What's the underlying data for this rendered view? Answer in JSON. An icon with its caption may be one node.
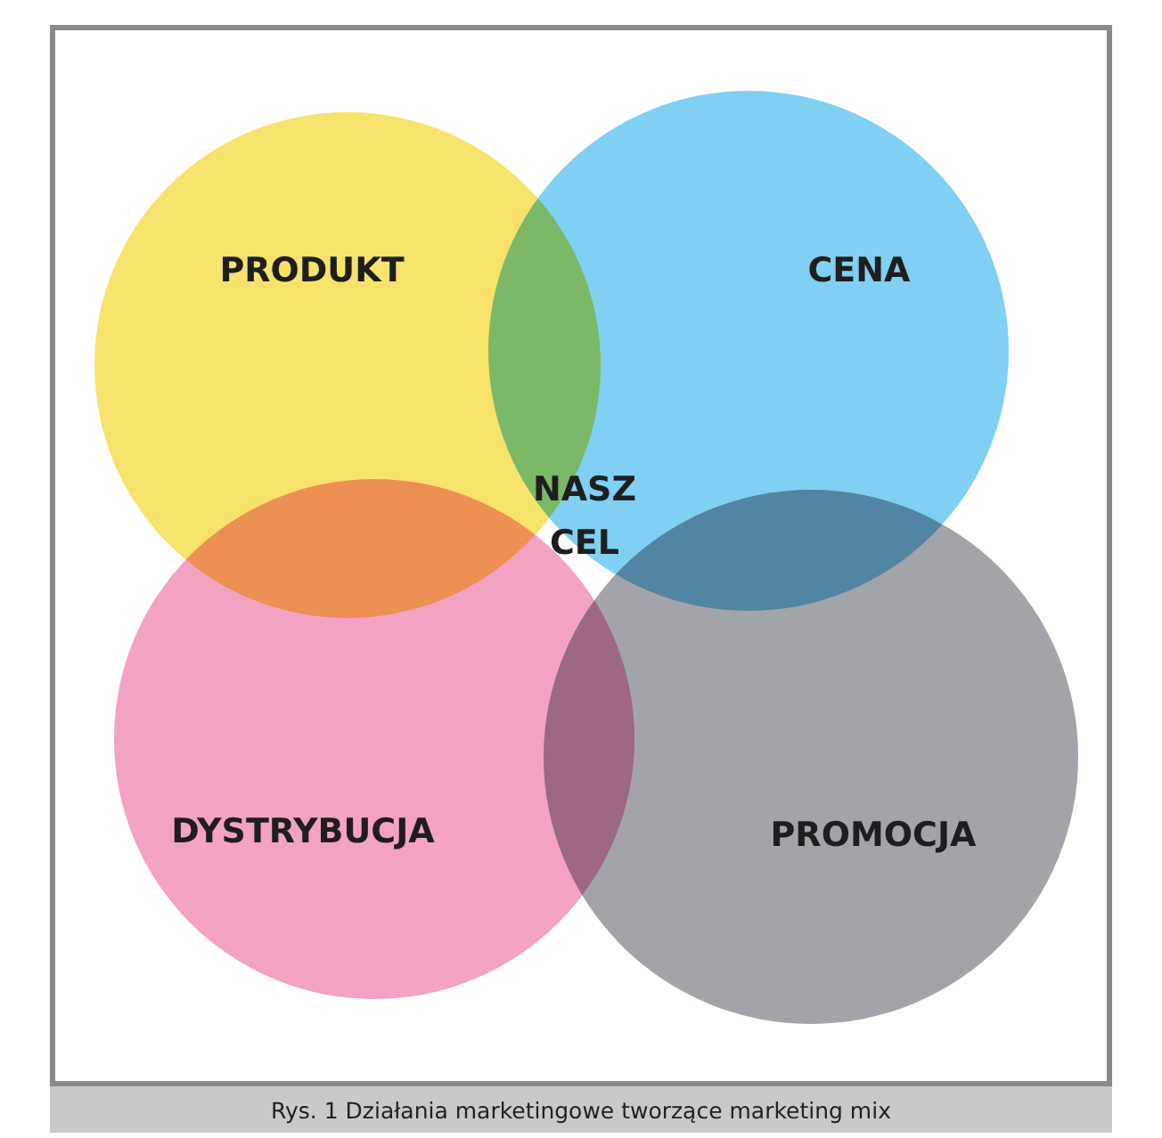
{
  "diagram": {
    "caption": "Rys. 1 Działania marketingowe tworzące marketing mix",
    "nodes": [
      {
        "text": [
          "PRODUKT"
        ]
      },
      {
        "text": [
          "CENA"
        ]
      },
      {
        "text": [
          "DYSTRYBUCJA"
        ]
      },
      {
        "text": [
          "PROMOCJA"
        ]
      }
    ],
    "labels": [
      "NASZ CEL"
    ]
  }
}
